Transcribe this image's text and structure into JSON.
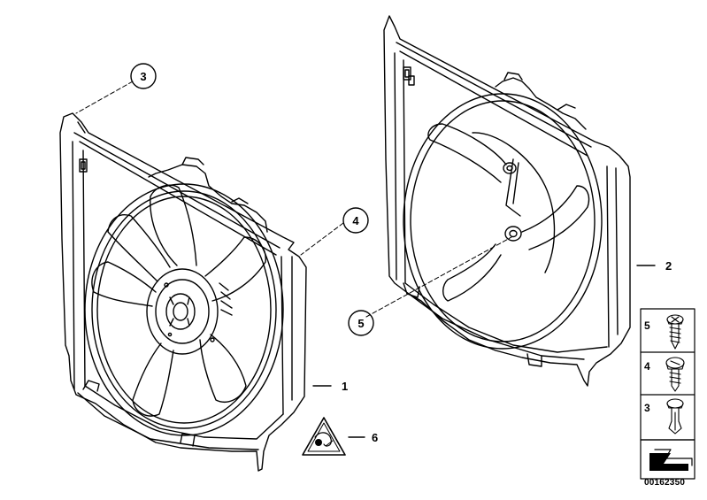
{
  "callouts": {
    "c3": "3",
    "c4": "4",
    "c5": "5"
  },
  "labels": {
    "l1": "1",
    "l2": "2",
    "l6": "6"
  },
  "legend": {
    "items": [
      "5",
      "4",
      "3"
    ]
  },
  "doc_number": "00162350",
  "colors": {
    "line": "#000000",
    "background": "#ffffff"
  },
  "icons": [
    "warning-triangle-icon",
    "screw-icon",
    "bolt-icon",
    "clip-rivet-icon",
    "arrow-icon"
  ]
}
